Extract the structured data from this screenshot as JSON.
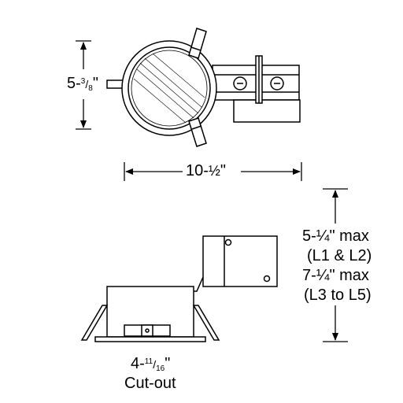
{
  "dimensions": {
    "height_top": {
      "whole": "5-",
      "num": "3",
      "slash": "/",
      "den": "8",
      "mark": "\""
    },
    "width": {
      "whole": "10-",
      "num": "½",
      "mark": "\""
    },
    "height_max_1": "5-¼\" max",
    "height_max_1_models": "(L1 & L2)",
    "height_max_2": "7-¼\" max",
    "height_max_2_models": "(L3 to L5)",
    "cutout": {
      "whole": "4-",
      "num": "11",
      "slash": "/",
      "den": "16",
      "mark": "\""
    },
    "cutout_label": "Cut-out"
  },
  "colors": {
    "line": "#000000",
    "background": "#ffffff"
  }
}
